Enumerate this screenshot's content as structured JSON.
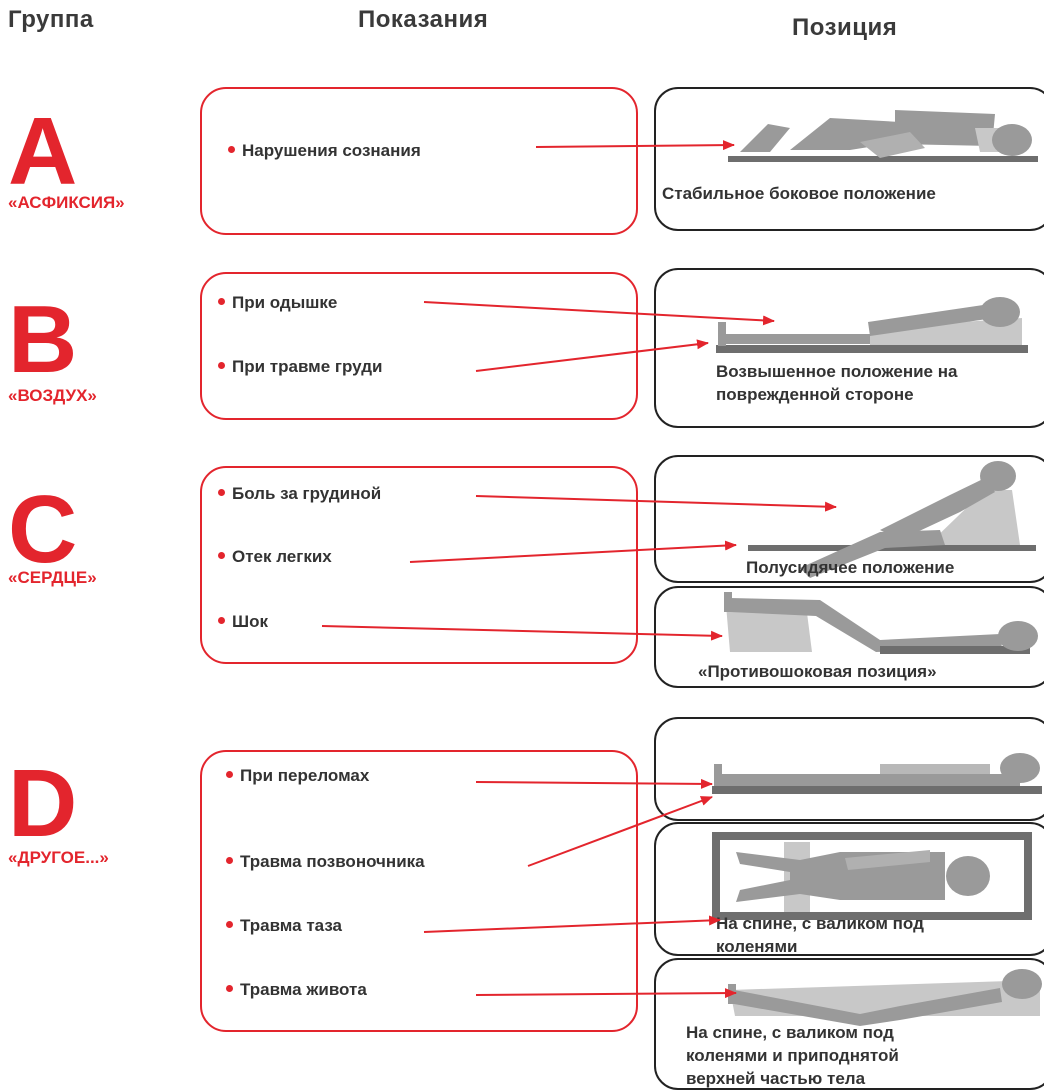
{
  "headers": {
    "group": "Группа",
    "indications": "Показания",
    "position": "Позиция"
  },
  "groups": [
    {
      "letter": "A",
      "name": "«АСФИКСИЯ»"
    },
    {
      "letter": "B",
      "name": "«ВОЗДУХ»"
    },
    {
      "letter": "C",
      "name": "«СЕРДЦЕ»"
    },
    {
      "letter": "D",
      "name": "«ДРУГОЕ...»"
    }
  ],
  "indications": {
    "a": [
      "Нарушения сознания"
    ],
    "b": [
      "При одышке",
      "При травме груди"
    ],
    "c": [
      "Боль за грудиной",
      "Отек легких",
      "Шок"
    ],
    "d": [
      "При переломах",
      "Травма позвоночника",
      "Травма таза",
      "Травма живота"
    ]
  },
  "positions": {
    "a_recovery": "Стабильное боковое положение",
    "b_elevated": [
      "Возвышенное положение на",
      "поврежденной стороне"
    ],
    "c_semi_sitting": "Полусидячее положение",
    "c_antishock": "«Противошоковая позиция»",
    "d_board": "",
    "d_roller": [
      "На спине, с валиком под",
      "коленями"
    ],
    "d_roller_raised": [
      "На спине, с валиком под",
      "коленями и приподнятой",
      "верхней частью тела"
    ]
  },
  "colors": {
    "accent": "#e3252d",
    "figure": "#9a9a9a",
    "figure_light": "#c8c8c8",
    "surface": "#6e6e6e",
    "outline": "#222222"
  }
}
